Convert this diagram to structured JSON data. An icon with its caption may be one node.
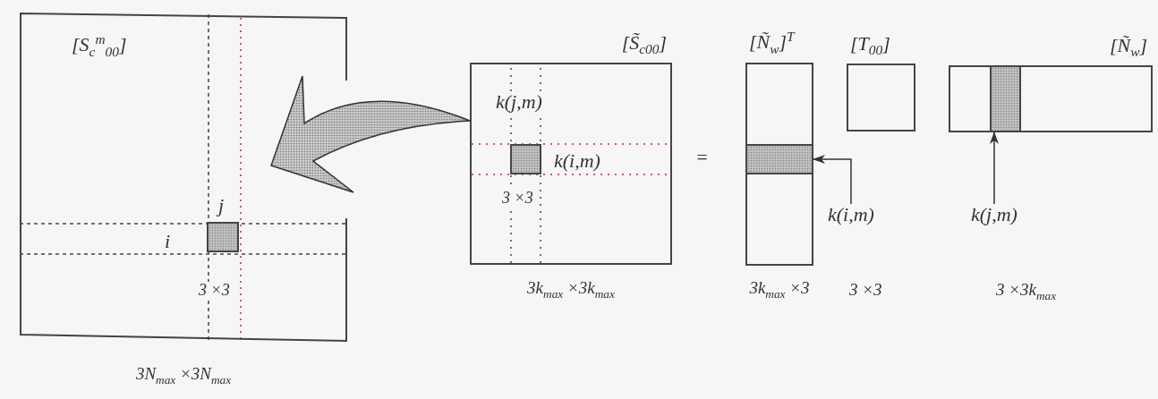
{
  "diagram": {
    "nodes": [
      {
        "text": [
          "[S$_{c}$$^{m}$$_{00}$]"
        ],
        "beside": [
          "3N$_{max}$ ×3N$_{max}$"
        ]
      },
      {
        "text": [],
        "shape": "box",
        "in": 0
      },
      {
        "text": [
          "[S̃$_{c00}$]"
        ],
        "beside": [
          "3k$_{max}$ ×3k$_{max}$"
        ]
      },
      {
        "text": [],
        "shape": "box",
        "in": 2
      },
      {
        "text": [
          "[Ñ$_{w}$]$^{T}$"
        ],
        "beside": [
          "3k$_{max}$ ×3"
        ]
      },
      {
        "text": [],
        "shape": "box",
        "in": 4
      },
      {
        "text": [
          "[T$_{00}$]"
        ]
      },
      {
        "text": [
          "[Ñ$_{w}$]"
        ]
      },
      {
        "text": [],
        "shape": "box",
        "in": 7
      },
      {
        "text": [
          "k(i,m)"
        ]
      },
      {
        "text": [
          "k(j,m)"
        ]
      }
    ],
    "edges": [
      {
        "from": 2,
        "to": 0,
        "arrow": "to",
        "style": "thick"
      },
      {
        "from": 9,
        "to": 5,
        "arrow": "to"
      },
      {
        "from": 10,
        "to": 8,
        "arrow": "to"
      }
    ],
    "labels": [
      "j",
      "i",
      "3 ×3",
      "k(j,m)",
      "k(i,m)",
      "3 ×3",
      "=",
      "3 ×3",
      "3 ×3k$_{max}$"
    ]
  }
}
